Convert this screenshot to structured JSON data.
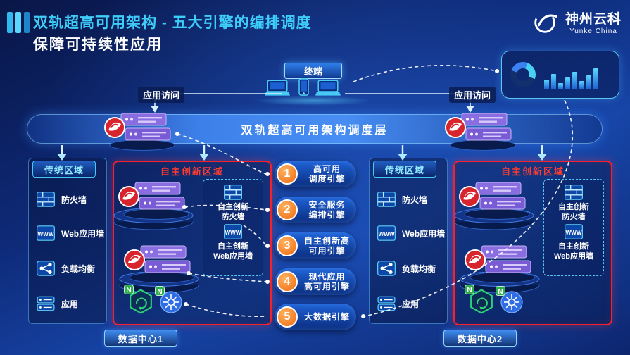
{
  "header": {
    "title_line1": "双轨超高可用架构 - 五大引擎的编排调度",
    "title_line2": "保障可持续性应用",
    "logo_name": "神州云科",
    "logo_sub": "Yunke China"
  },
  "terminal_label": "终端",
  "access_left": "应用访问",
  "access_right": "应用访问",
  "scheduling_label": "双轨超高可用架构调度层",
  "engines": [
    {
      "num": "1",
      "line1": "高可用",
      "line2": "调度引擎"
    },
    {
      "num": "2",
      "line1": "安全服务",
      "line2": "编排引擎"
    },
    {
      "num": "3",
      "line1": "自主创新高",
      "line2": "可用引擎"
    },
    {
      "num": "4",
      "line1": "现代应用",
      "line2": "高可用引擎"
    },
    {
      "num": "5",
      "line1": "大数据引擎",
      "line2": ""
    }
  ],
  "dc1": {
    "traditional_label": "传统区域",
    "innovation_label": "自主创新区域",
    "items": [
      "防火墙",
      "Web应用墙",
      "负载均衡",
      "应用"
    ],
    "inno_fw_line1": "自主创新",
    "inno_fw_line2": "防火墙",
    "inno_waf_line1": "自主创新",
    "inno_waf_line2": "Web应用墙",
    "footer": "数据中心1"
  },
  "dc2": {
    "traditional_label": "传统区域",
    "innovation_label": "自主创新区域",
    "items": [
      "防火墙",
      "Web应用墙",
      "负载均衡",
      "应用"
    ],
    "inno_fw_line1": "自主创新",
    "inno_fw_line2": "防火墙",
    "inno_waf_line1": "自主创新",
    "inno_waf_line2": "Web应用墙",
    "footer": "数据中心2"
  },
  "colors": {
    "accent_cyan": "#3ecdf8",
    "accent_red": "#f5222d",
    "engine_orange": "#ed6a10",
    "server_purple": "#8a6de0"
  }
}
